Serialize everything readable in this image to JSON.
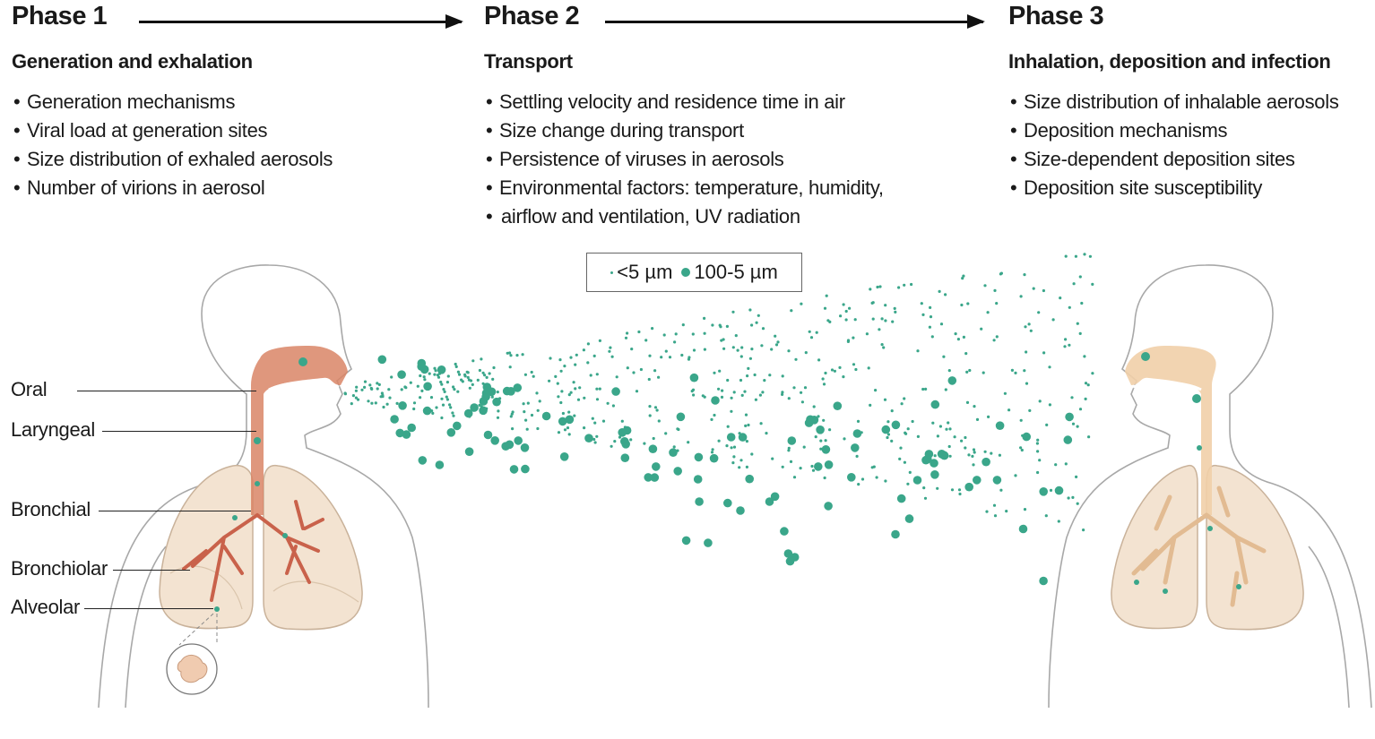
{
  "phases": [
    {
      "title": "Phase 1",
      "subtitle": "Generation and exhalation",
      "bullets": [
        "Generation mechanisms",
        "Viral load at generation sites",
        "Size distribution of exhaled aerosols",
        "Number of virions in aerosol"
      ]
    },
    {
      "title": "Phase 2",
      "subtitle": "Transport",
      "bullets": [
        "Settling velocity and residence time in air",
        "Size change during transport",
        "Persistence of viruses in aerosols",
        "Environmental factors: temperature, humidity,",
        "airflow and ventilation, UV radiation"
      ]
    },
    {
      "title": "Phase 3",
      "subtitle": "Inhalation, deposition and infection",
      "bullets": [
        "Size distribution of inhalable aerosols",
        "Deposition mechanisms",
        "Size-dependent deposition sites",
        "Deposition site susceptibility"
      ]
    }
  ],
  "legend": {
    "small_label": "<5 µm",
    "large_label": "100-5 µm"
  },
  "site_labels": {
    "oral": "Oral",
    "laryngeal": "Laryngeal",
    "bronchial": "Bronchial",
    "bronchiolar": "Bronchiolar",
    "alveolar": "Alveolar"
  },
  "colors": {
    "aerosol": "#3aa68a",
    "airway_emitter": "#d98566",
    "lung_fill": "#f3e3d1",
    "bronchi_emitter": "#c9624b",
    "outline": "#9a9a9a"
  }
}
